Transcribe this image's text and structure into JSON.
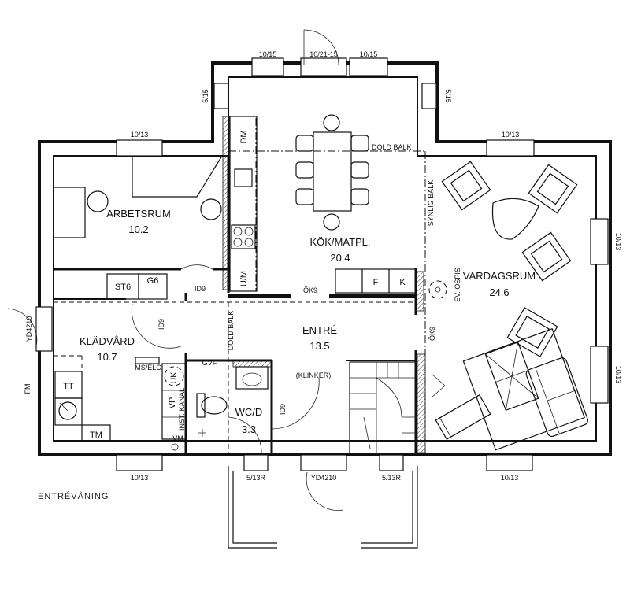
{
  "caption": "ENTRÉVÅNING",
  "rooms": {
    "arbetsrum": {
      "name": "ARBETSRUM",
      "area": "10.2"
    },
    "kok": {
      "name": "KÖK/MATPL.",
      "area": "20.4"
    },
    "vardagsrum": {
      "name": "VARDAGSRUM",
      "area": "24.6"
    },
    "entre": {
      "name": "ENTRÉ",
      "area": "13.5"
    },
    "kladvard": {
      "name": "KLÄDVÅRD",
      "area": "10.7"
    },
    "wc": {
      "name": "WC/D",
      "area": "3.3"
    }
  },
  "windows": {
    "top_left": "10/15",
    "top_mid": "10/21-15",
    "top_right": "10/15",
    "side_left": "5/15",
    "side_right": "5/15",
    "upper_left": "10/13",
    "upper_right": "10/13",
    "east_upper": "10/13",
    "east_lower": "10/13",
    "bottom_left": "10/13",
    "bottom_wc": "5/13R",
    "bottom_door": "YD4210",
    "bottom_stair": "5/13R",
    "bottom_right": "10/13",
    "west_door": "YD4210"
  },
  "labels": {
    "dold_balk_top": "DOLD BALK",
    "dold_balk_mid": "DOLD BALK",
    "synlig_balk": "SYNLIG BALK",
    "ev_ospis": "EV. ÖSPIS",
    "ok9_kitchen": "ÖK9",
    "ok9_living": "ÖK9",
    "id9_a": "ID9",
    "id9_b": "ID9",
    "id9_c": "ID9",
    "klinker": "(KLINKER)",
    "ms_elc": "MS/ELC",
    "gvf": "GVF",
    "fm": "FM",
    "inst_kanal": "INST. KANAL",
    "vm": "VM",
    "vp": "VP",
    "uk": "UK"
  },
  "appliances": {
    "dm": "DM",
    "um": "U/M",
    "f": "F",
    "k": "K",
    "st6": "ST6",
    "g6": "G6",
    "tt": "TT",
    "tm": "TM"
  }
}
